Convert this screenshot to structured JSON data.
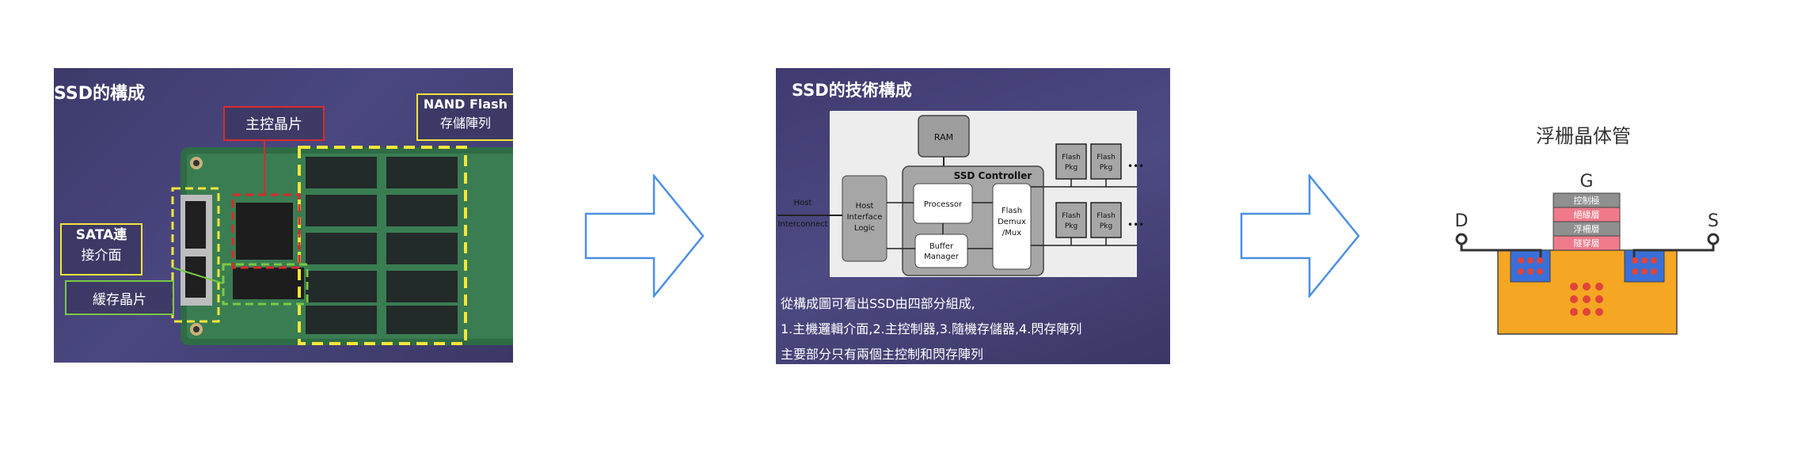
{
  "panel1": {
    "title": "SSD的構成",
    "label_main_controller": "主控晶片",
    "label_nand_line1": "NAND Flash",
    "label_nand_line2": "存儲陣列",
    "label_sata_line1": "SATA連",
    "label_sata_line2": "接介面",
    "label_cache": "緩存晶片"
  },
  "panel2": {
    "title": "SSD的技術構成",
    "diagram": {
      "ram": "RAM",
      "controller": "SSD Controller",
      "host_line1": "Host",
      "host_line2": "Interconnect",
      "hil_line1": "Host",
      "hil_line2": "Interface",
      "hil_line3": "Logic",
      "processor": "Processor",
      "buffer_line1": "Buffer",
      "buffer_line2": "Manager",
      "fdm_line1": "Flash",
      "fdm_line2": "Demux",
      "fdm_line3": "/Mux",
      "pkg_line1": "Flash",
      "pkg_line2": "Pkg",
      "ellipsis": "•••"
    },
    "caption_line1": "從構成圖可看出SSD由四部分組成,",
    "caption_line2": "1.主機邏輯介面,2.主控制器,3.隨機存儲器,4.閃存陣列",
    "caption_line3": "主要部分只有兩個主控制和閃存陣列"
  },
  "panel3": {
    "title": "浮栅晶体管",
    "gate": "G",
    "drain": "D",
    "source": "S",
    "layer1": "控制極",
    "layer2": "絕緣層",
    "layer3": "浮柵層",
    "layer4": "隧穿層"
  },
  "colors": {
    "arrow_stroke": "#4a90e2",
    "callout_red": "#d92b2b",
    "callout_yellow": "#f5e63a",
    "callout_green": "#7ac943",
    "substrate": "#f5a623",
    "electrode": "#3a6fd8",
    "dot": "#e0443a"
  },
  "icons": [
    "right-arrow-icon",
    "right-arrow-icon"
  ]
}
